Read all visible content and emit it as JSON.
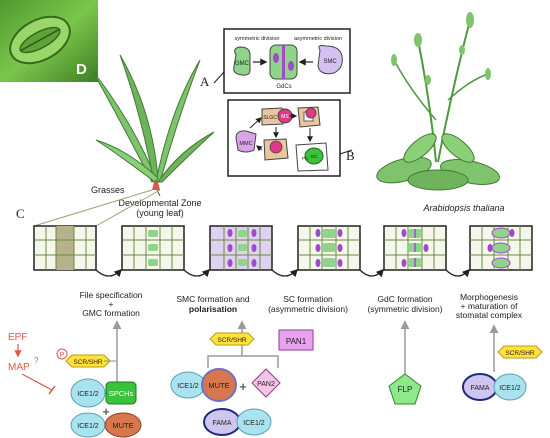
{
  "panel_labels": {
    "a": "A",
    "b": "B",
    "c": "C",
    "d": "D"
  },
  "micrograph": {
    "label": "D"
  },
  "panel_a": {
    "symmetric_label": "symmetric division",
    "asymmetric_label": "asymmetric division",
    "gmc": "GMC",
    "gdcs": "GdCs",
    "smc": "SMC"
  },
  "panel_b": {
    "slgc": "SLGC",
    "ms": "MS",
    "mmc": "MMC",
    "pc": "PC",
    "gc": "GC"
  },
  "plants": {
    "grasses": "Grasses",
    "zone_line1": "Developmental Zone",
    "zone_line2": "(young leaf)",
    "arabidopsis": "Arabidopsis thaliana"
  },
  "stages": [
    {
      "line1": "File specification",
      "line2": "+",
      "line3": "GMC formation"
    },
    {
      "line1": "SMC formation and",
      "line2": "polarisation"
    },
    {
      "line1": "SC formation",
      "line2": "(asymmetric division)"
    },
    {
      "line1": "GdC formation",
      "line2": "(symmetric division)"
    },
    {
      "line1": "Morphogenesis",
      "line2": "+ maturation of",
      "line3": "stomatal complex"
    }
  ],
  "regulators": {
    "epf": "EPF",
    "map": "MAP",
    "map_q": "?",
    "phospho": "P",
    "scr_shr": "SCR/SHR",
    "ice12": "ICE1/2",
    "spchs": "SPCHs",
    "mute": "MUTE",
    "pan1": "PAN1",
    "pan2": "PAN2",
    "fama": "FAMA",
    "flp": "FLP",
    "plus": "+"
  },
  "colors": {
    "leaf_green": "#7fc46c",
    "leaf_dark": "#3f7a33",
    "cell_fill": "#f4f7ea",
    "cell_line": "#6b8a45",
    "purple": "#a249c9",
    "mint": "#8fd48a",
    "cyan": "#a9e3ef",
    "orange": "#d8774e",
    "bright_green": "#3bc23b",
    "yellow": "#ffe23a",
    "magenta_soft": "#e9a2ee",
    "pink_soft": "#f5c3e6",
    "navy": "#202a7c",
    "lavender": "#cfc6f0",
    "red_text": "#d9594a",
    "grey_arrow": "#9a9a9a"
  }
}
